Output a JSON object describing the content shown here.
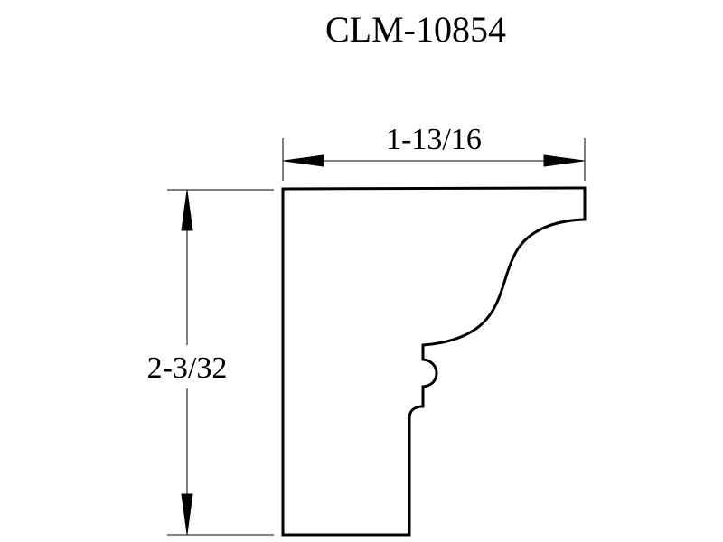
{
  "title": "CLM-10854",
  "dimensions": {
    "width": "1-13/16",
    "height": "2-3/32"
  },
  "colors": {
    "line": "#000000",
    "background": "#ffffff"
  }
}
